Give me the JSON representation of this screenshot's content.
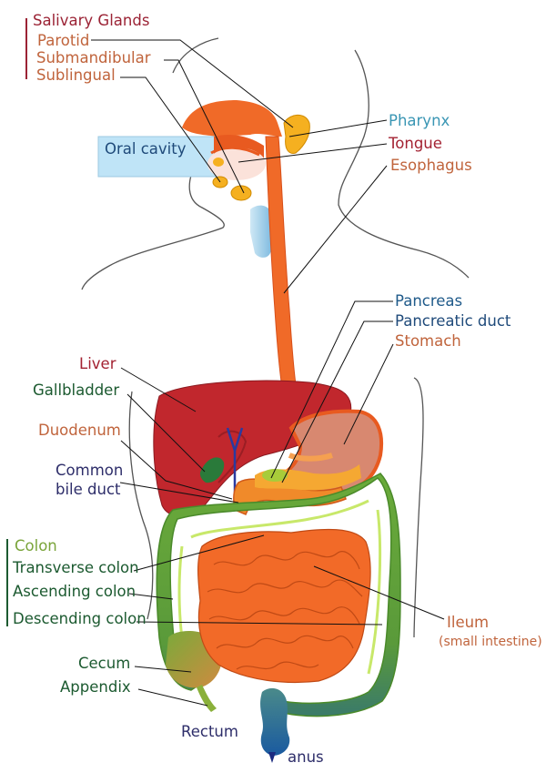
{
  "colors": {
    "salivary": "#9b2335",
    "orange_label": "#c0643c",
    "blue_label": "#1f5a8a",
    "teal_label": "#3a96b4",
    "green_label": "#1c5a30",
    "lime_label": "#7aa43a",
    "navy_label": "#2e2e6a",
    "red_label": "#a32232"
  },
  "labels": {
    "salivary_glands": "Salivary Glands",
    "parotid": "Parotid",
    "submandibular": "Submandibular",
    "sublingual": "Sublingual",
    "oral_cavity": "Oral cavity",
    "pharynx": "Pharynx",
    "tongue": "Tongue",
    "esophagus": "Esophagus",
    "pancreas": "Pancreas",
    "pancreatic_duct": "Pancreatic duct",
    "stomach": "Stomach",
    "liver": "Liver",
    "gallbladder": "Gallbladder",
    "duodenum": "Duodenum",
    "common_bile_duct_1": "Common",
    "common_bile_duct_2": "bile duct",
    "colon": "Colon",
    "transverse_colon": "Transverse colon",
    "ascending_colon": "Ascending colon",
    "descending_colon": "Descending colon",
    "ileum": "Ileum",
    "ileum_sub": "(small intestine)",
    "cecum": "Cecum",
    "appendix": "Appendix",
    "rectum": "Rectum",
    "anus": "anus"
  }
}
